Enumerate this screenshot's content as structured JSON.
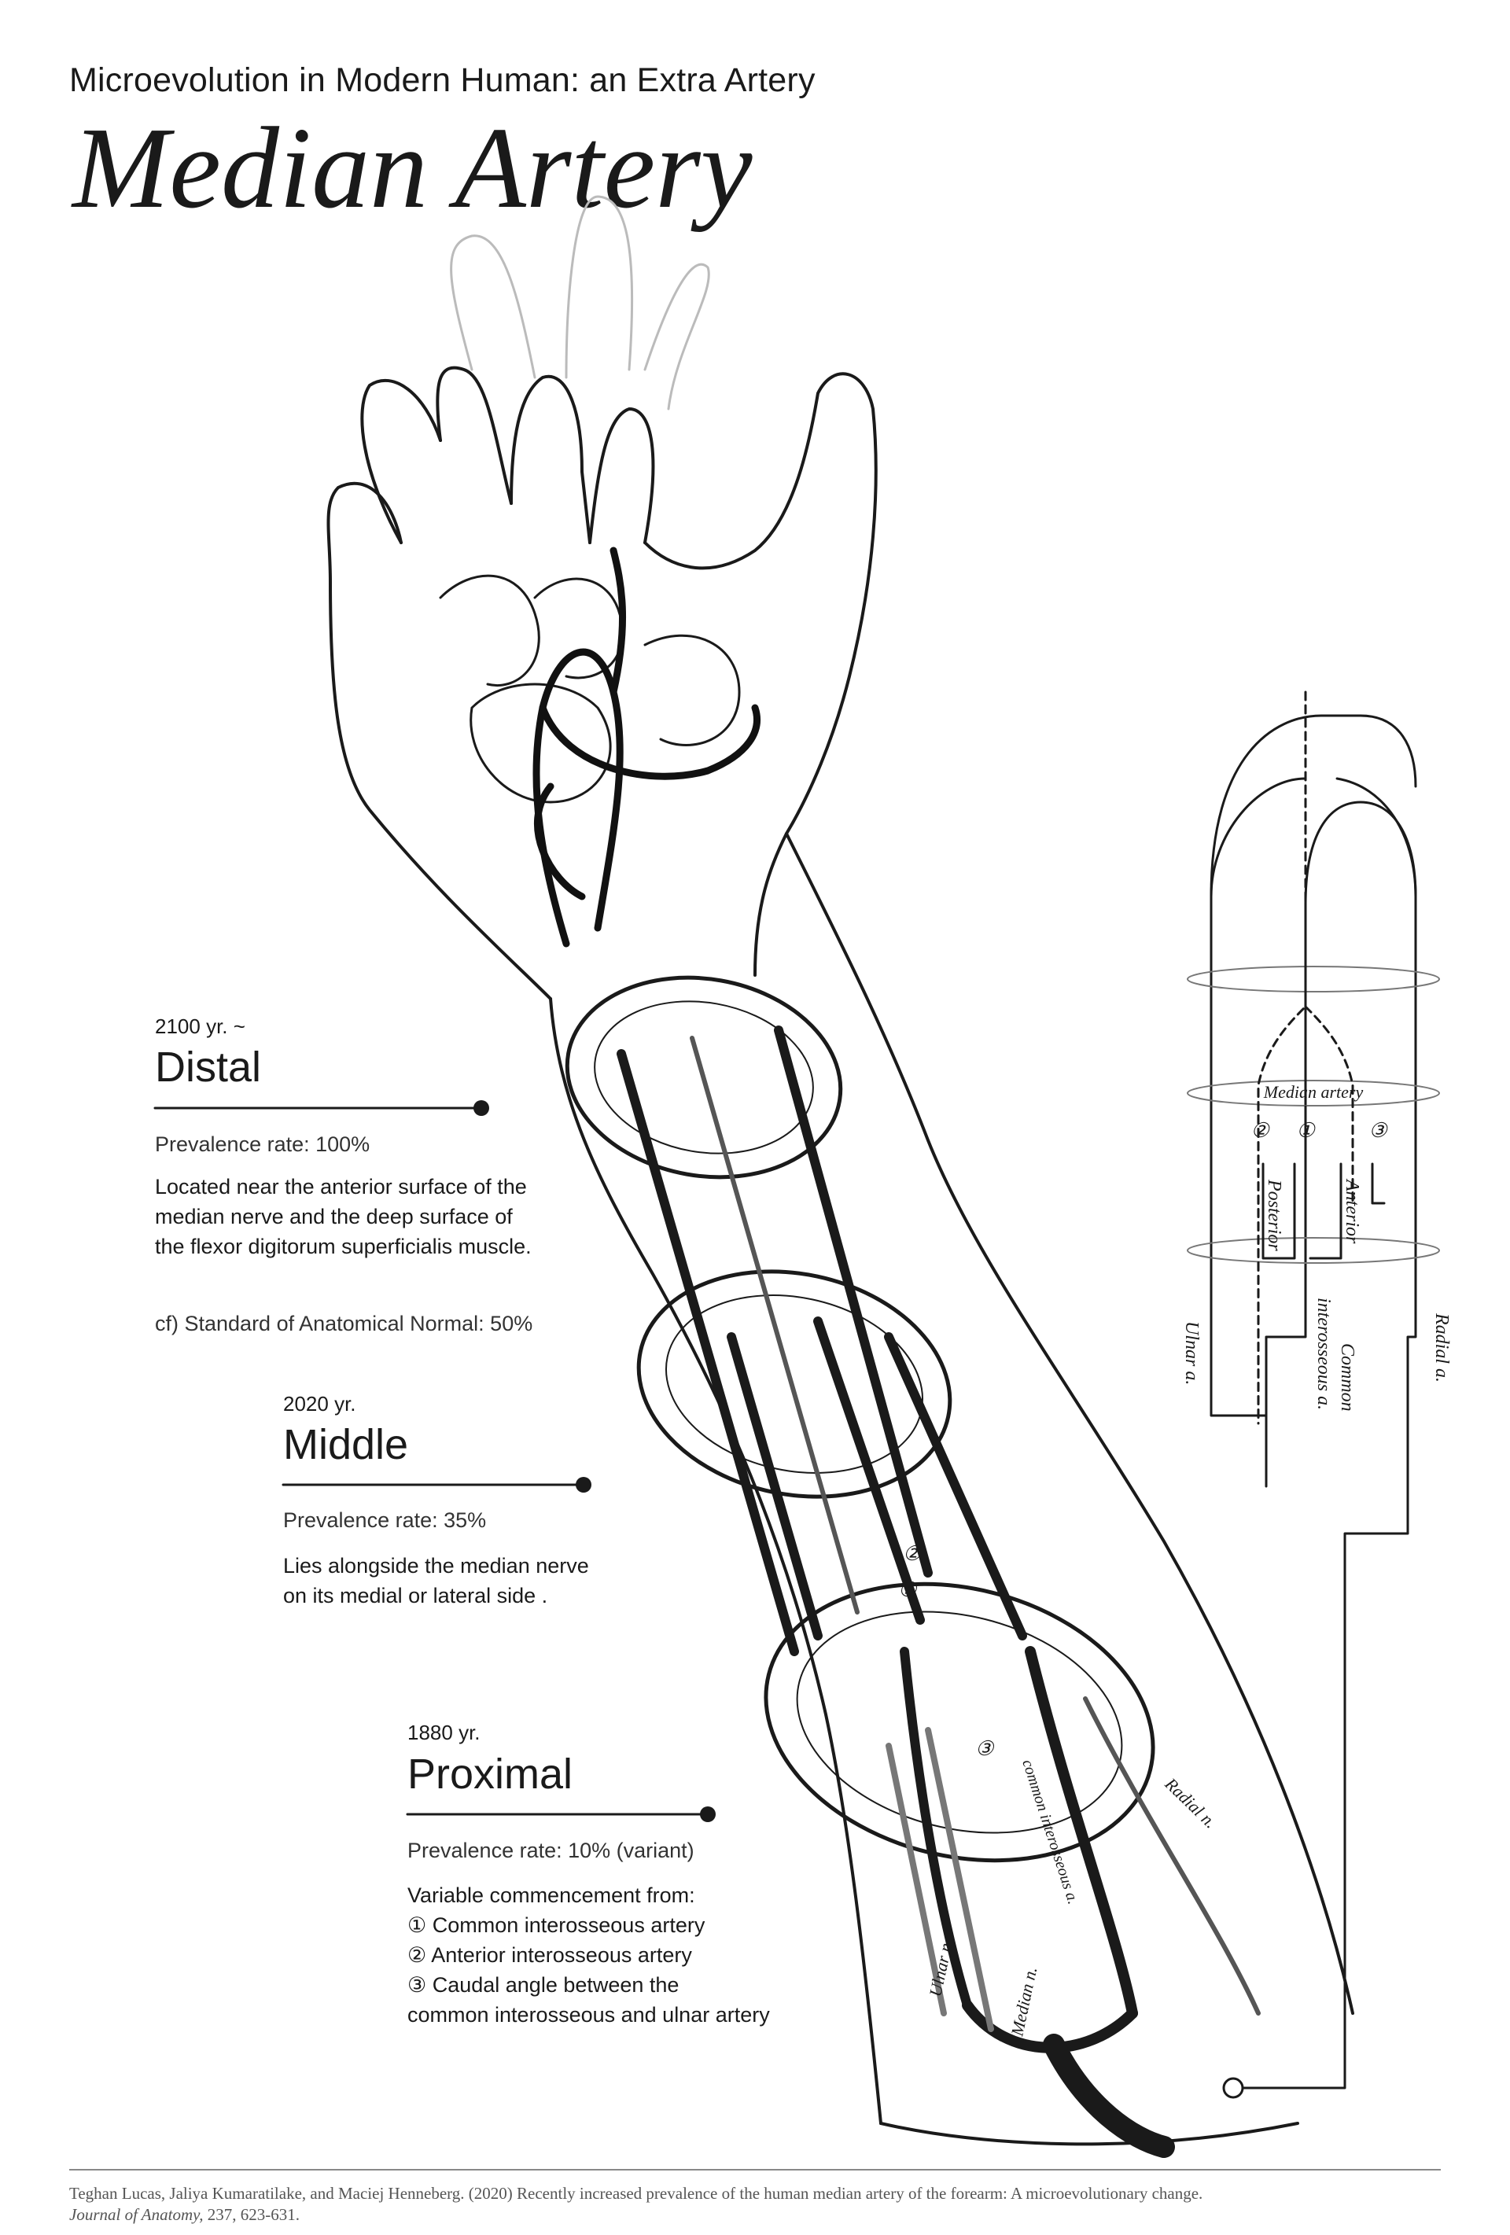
{
  "header": {
    "subtitle": "Microevolution in Modern Human: an Extra Artery",
    "title": "Median Artery"
  },
  "sections": [
    {
      "era": "2100 yr. ~",
      "level": "Distal",
      "rate": "Prevalence rate: 100%",
      "description": [
        "Located near the anterior surface of the",
        "median nerve and the deep surface of",
        "the flexor digitorum superficialis muscle."
      ],
      "note": "cf) Standard of Anatomical Normal: 50%"
    },
    {
      "era": "2020 yr.",
      "level": "Middle",
      "rate": "Prevalence rate: 35%",
      "description": [
        "Lies alongside the median nerve",
        "on its medial or lateral side ."
      ]
    },
    {
      "era": "1880 yr.",
      "level": "Proximal",
      "rate": "Prevalence rate: 10% (variant)",
      "description": [
        "Variable commencement from:",
        "① Common interosseous artery",
        "② Anterior interosseous artery",
        "③ Caudal angle between the",
        "common interosseous and ulnar artery"
      ]
    }
  ],
  "schematic": {
    "median_artery": "Median artery",
    "markers": [
      "③",
      "①",
      "②"
    ],
    "posterior": "Posterior",
    "anterior": "Anterior",
    "ulnar": "Ulnar a.",
    "common": "Common",
    "interosseous": "interosseous a.",
    "radial": "Radial a."
  },
  "illustration_labels": {
    "ulnar_n": "Ulnar n.",
    "median_n": "Median n.",
    "radial_a": "Radial a.",
    "radial_n": "Radial n.",
    "common_interosseous": "common interosseous a.",
    "marker_1": "①",
    "marker_2": "②",
    "marker_3": "③"
  },
  "citation": {
    "authors": "Teghan Lucas, Jaliya Kumaratilake, and Maciej Henneberg. (2020) Recently increased prevalence of the human median artery of the forearm: A microevolutionary change.",
    "journal": "Journal of Anatomy,",
    "pages": "237, 623-631."
  }
}
